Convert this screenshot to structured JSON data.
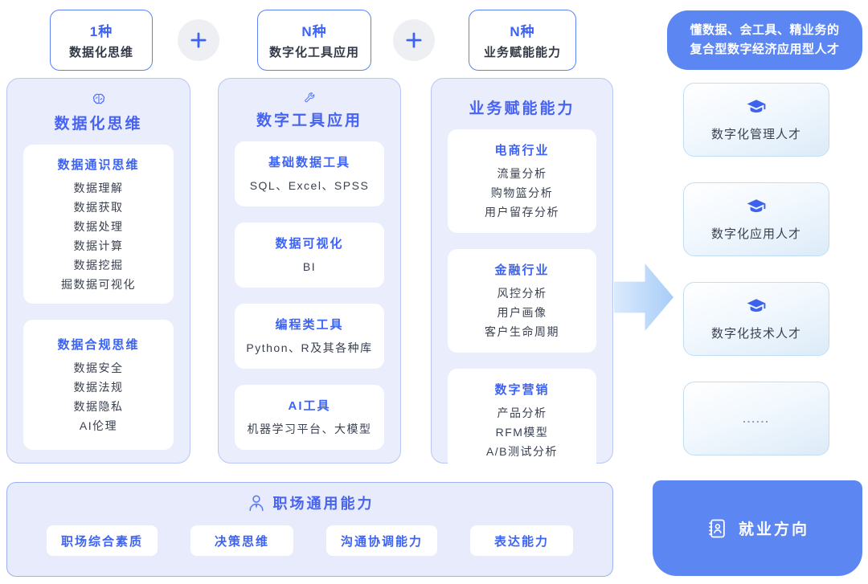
{
  "colors": {
    "accent_blue": "#3D63F3",
    "column_title_blue": "#4763EF",
    "solid_box_blue": "#5C87F3",
    "column_bg": "#E9EDFC",
    "column_border": "#B9C6F6",
    "talent_border": "#BFDEF6",
    "dark_text": "#3A4150",
    "arrow_gradient": [
      "#DBEAFD",
      "#A8CDF7"
    ]
  },
  "formula": {
    "plus": "+",
    "terms": [
      {
        "count": "1种",
        "label": "数据化思维"
      },
      {
        "count": "N种",
        "label": "数字化工具应用"
      },
      {
        "count": "N种",
        "label": "业务赋能能力"
      }
    ],
    "result": {
      "line1": "懂数据、会工具、精业务的",
      "line2": "复合型数字经济应用型人才"
    }
  },
  "columns": [
    {
      "icon": "brain-icon",
      "title": "数据化思维",
      "groups": [
        {
          "title": "数据通识思维",
          "items": [
            "数据理解",
            "数据获取",
            "数据处理",
            "数据计算",
            "数据挖掘",
            "掘数据可视化"
          ]
        },
        {
          "title": "数据合规思维",
          "items": [
            "数据安全",
            "数据法规",
            "数据隐私",
            "AI伦理"
          ]
        }
      ]
    },
    {
      "icon": "wrench-icon",
      "title": "数字工具应用",
      "groups": [
        {
          "title": "基础数据工具",
          "items": [
            "SQL、Excel、SPSS"
          ]
        },
        {
          "title": "数据可视化",
          "items": [
            "BI"
          ]
        },
        {
          "title": "编程类工具",
          "items": [
            "Python、R及其各种库"
          ]
        },
        {
          "title": "AI工具",
          "items": [
            "机器学习平台、大模型"
          ]
        }
      ]
    },
    {
      "icon": "briefcase-icon",
      "title": "业务赋能能力",
      "groups": [
        {
          "title": "电商行业",
          "items": [
            "流量分析",
            "购物篮分析",
            "用户留存分析"
          ]
        },
        {
          "title": "金融行业",
          "items": [
            "风控分析",
            "用户画像",
            "客户生命周期"
          ]
        },
        {
          "title": "数字营销",
          "items": [
            "产品分析",
            "RFM模型",
            "A/B测试分析"
          ]
        }
      ]
    }
  ],
  "talents": {
    "items": [
      {
        "icon": "graduation-cap-icon",
        "label": "数字化管理人才"
      },
      {
        "icon": "graduation-cap-icon",
        "label": "数字化应用人才"
      },
      {
        "icon": "graduation-cap-icon",
        "label": "数字化技术人才"
      },
      {
        "icon": "",
        "label": "......"
      }
    ]
  },
  "general": {
    "icon": "person-icon",
    "title": "职场通用能力",
    "pills": [
      "职场综合素质",
      "决策思维",
      "沟通协调能力",
      "表达能力"
    ]
  },
  "employment": {
    "icon": "contact-book-icon",
    "label": "就业方向"
  }
}
